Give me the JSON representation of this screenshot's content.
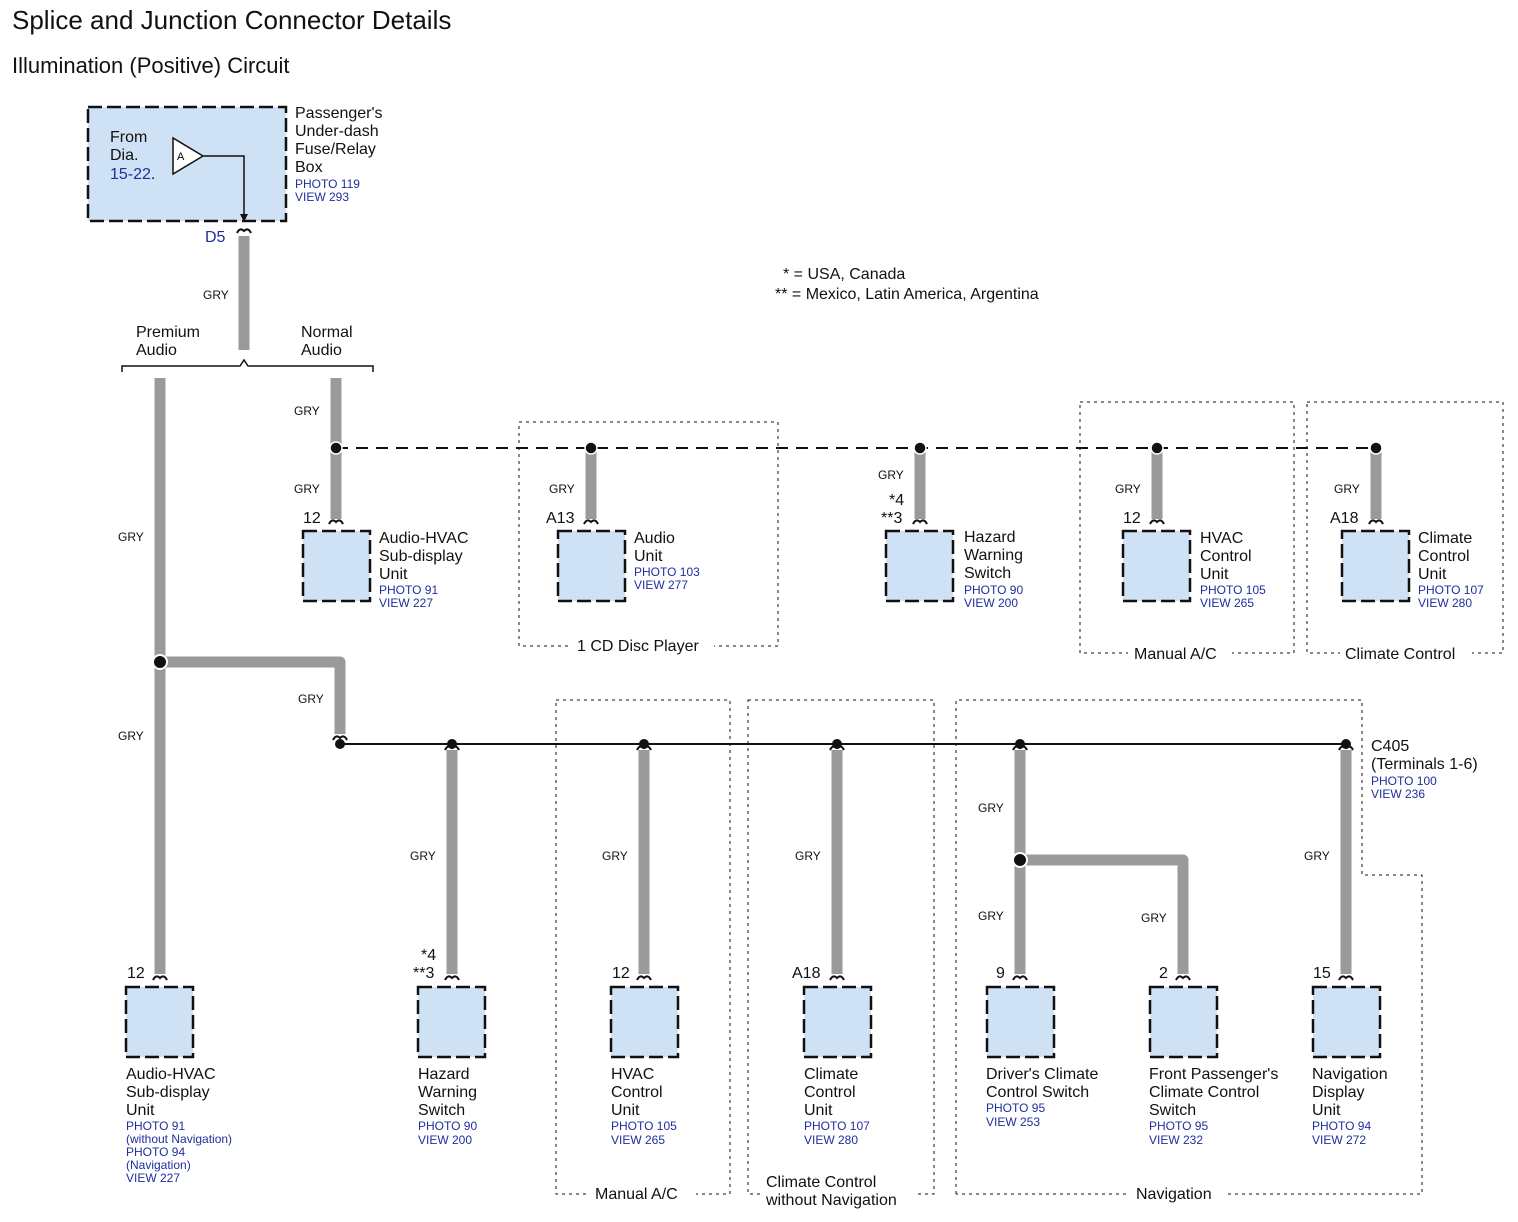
{
  "title": "Splice and Junction Connector Details",
  "subtitle": "Illumination (Positive) Circuit",
  "source": {
    "from_line1": "From",
    "from_line2": "Dia.",
    "from_ref": "15-22",
    "from_period": ".",
    "triangle_label": "A",
    "name_lines": [
      "Passenger's",
      "Under-dash",
      "Fuse/Relay",
      "Box"
    ],
    "photo": "PHOTO 119",
    "view": "VIEW 293",
    "terminal": "D5"
  },
  "notes": {
    "star1": "* = USA, Canada",
    "star2": "** = Mexico, Latin America, Argentina"
  },
  "branch_labels": {
    "premium": [
      "Premium",
      "Audio"
    ],
    "normal": [
      "Normal",
      "Audio"
    ]
  },
  "wire_color": "GRY",
  "top_row": [
    {
      "pin": "12",
      "name_lines": [
        "Audio-HVAC",
        "Sub-display",
        "Unit"
      ],
      "photo": "PHOTO 91",
      "view": "VIEW 227"
    },
    {
      "pin": "A13",
      "name_lines": [
        "Audio",
        "Unit"
      ],
      "photo": "PHOTO 103",
      "view": "VIEW 277",
      "group": "1 CD Disc Player"
    },
    {
      "pin_star": "*4",
      "pin_dstar": "**3",
      "name_lines": [
        "Hazard",
        "Warning",
        "Switch"
      ],
      "photo": "PHOTO 90",
      "view": "VIEW 200"
    },
    {
      "pin": "12",
      "name_lines": [
        "HVAC",
        "Control",
        "Unit"
      ],
      "photo": "PHOTO 105",
      "view": "VIEW 265",
      "group": "Manual A/C"
    },
    {
      "pin": "A18",
      "name_lines": [
        "Climate",
        "Control",
        "Unit"
      ],
      "photo": "PHOTO 107",
      "view": "VIEW 280",
      "group": "Climate Control"
    }
  ],
  "junction": {
    "name": "C405",
    "terminals": "(Terminals 1-6)",
    "photo": "PHOTO 100",
    "view": "VIEW 236"
  },
  "bottom_row": [
    {
      "pin": "12",
      "name_lines": [
        "Audio-HVAC",
        "Sub-display",
        "Unit"
      ],
      "refs": [
        "PHOTO 91",
        "(without Navigation)",
        "PHOTO 94",
        "(Navigation)",
        "VIEW 227"
      ]
    },
    {
      "pin_star": "*4",
      "pin_dstar": "**3",
      "name_lines": [
        "Hazard",
        "Warning",
        "Switch"
      ],
      "refs": [
        "PHOTO 90",
        "VIEW 200"
      ]
    },
    {
      "pin": "12",
      "name_lines": [
        "HVAC",
        "Control",
        "Unit"
      ],
      "refs": [
        "PHOTO 105",
        "VIEW 265"
      ]
    },
    {
      "pin": "A18",
      "name_lines": [
        "Climate",
        "Control",
        "Unit"
      ],
      "refs": [
        "PHOTO 107",
        "VIEW 280"
      ]
    },
    {
      "pin": "9",
      "name_lines": [
        "Driver's Climate",
        "Control Switch"
      ],
      "refs": [
        "PHOTO 95",
        "VIEW 253"
      ]
    },
    {
      "pin": "2",
      "name_lines": [
        "Front Passenger's",
        "Climate Control",
        "Switch"
      ],
      "refs": [
        "PHOTO 95",
        "VIEW 232"
      ]
    },
    {
      "pin": "15",
      "name_lines": [
        "Navigation",
        "Display",
        "Unit"
      ],
      "refs": [
        "PHOTO 94",
        "VIEW 272"
      ]
    }
  ],
  "bottom_groups": {
    "manual_ac": "Manual A/C",
    "climate_no_nav": [
      "Climate Control",
      "without Navigation"
    ],
    "navigation": "Navigation"
  }
}
